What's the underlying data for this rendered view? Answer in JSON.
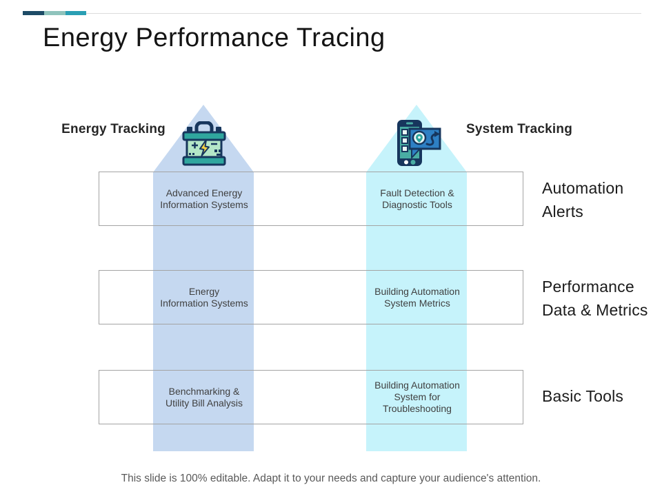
{
  "slide": {
    "title": "Energy Performance Tracing",
    "caption": "This slide is 100% editable. Adapt it to your needs and capture your audience's attention.",
    "accent_bars": {
      "navy": "#1d4b66",
      "seafoam": "#8fc3bc",
      "teal": "#2a9fb4"
    }
  },
  "tracks": {
    "left": {
      "heading": "Energy Tracking",
      "icon": "battery-icon",
      "fill": "#c5d8f0"
    },
    "right": {
      "heading": "System Tracking",
      "icon": "smartphone-route-icon",
      "fill": "#c6f3fb"
    }
  },
  "rows": [
    {
      "left": "Advanced Energy\nInformation Systems",
      "right": "Fault Detection &\nDiagnostic Tools",
      "label": "Automation\nAlerts"
    },
    {
      "left": "Energy\nInformation Systems",
      "right": "Building Automation\nSystem Metrics",
      "label": "Performance\nData & Metrics"
    },
    {
      "left": "Benchmarking &\nUtility Bill Analysis",
      "right": "Building Automation\nSystem for\nTroubleshooting",
      "label": "Basic Tools"
    }
  ]
}
